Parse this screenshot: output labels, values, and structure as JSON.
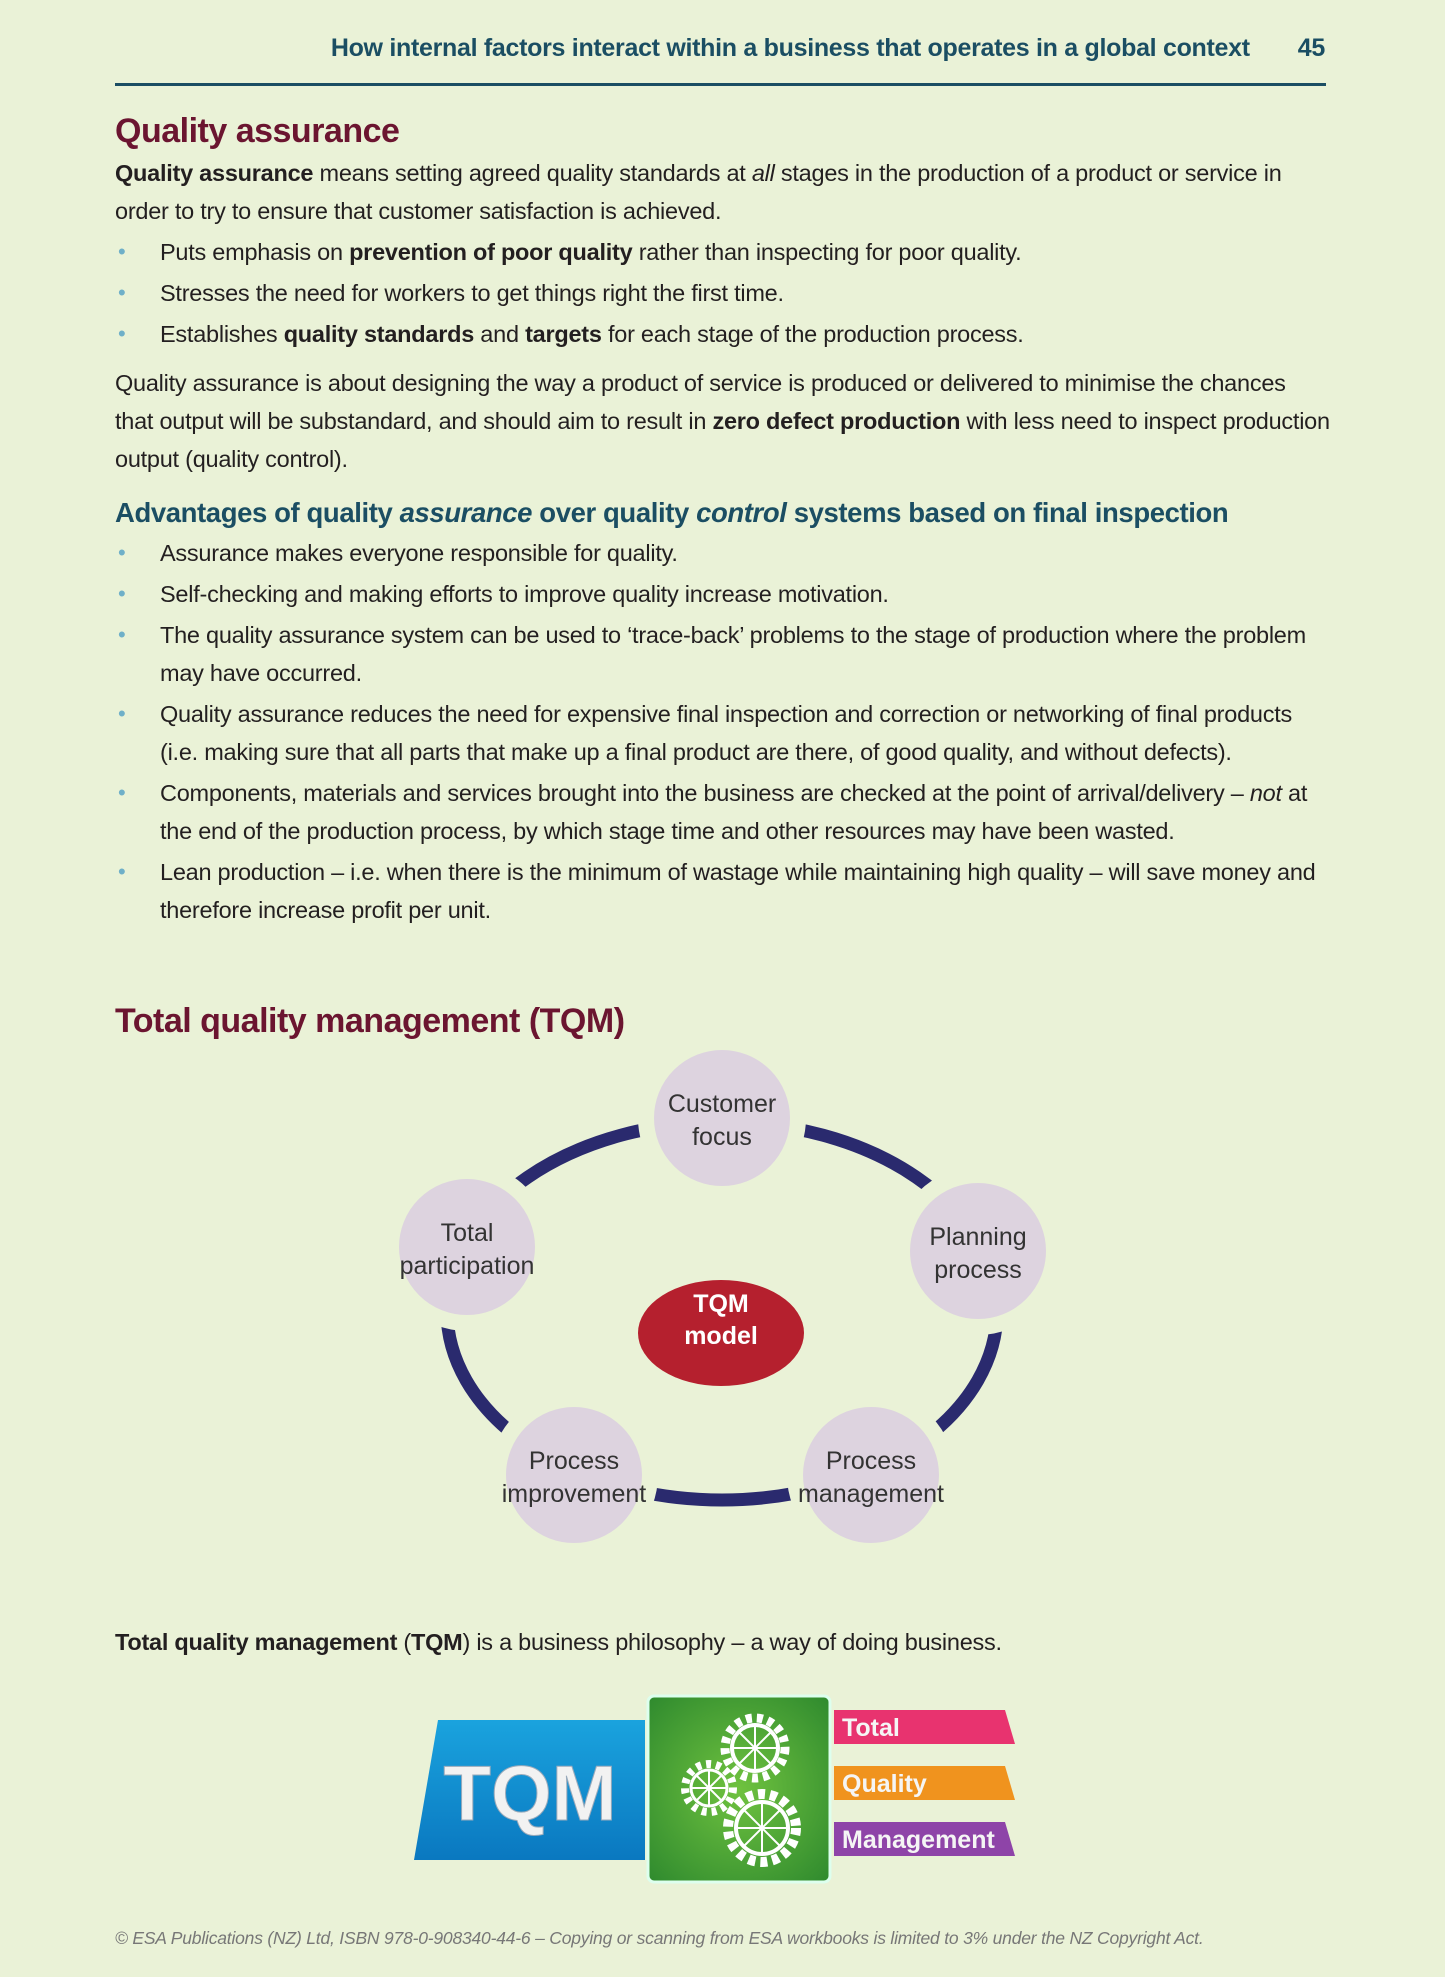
{
  "header": {
    "title": "How internal factors interact within a business that operates in a global context",
    "page_number": "45"
  },
  "qa": {
    "heading": "Quality assurance",
    "intro": [
      {
        "t": "Quality assurance",
        "b": true
      },
      {
        "t": " means setting agreed quality standards at "
      },
      {
        "t": "all",
        "i": true
      },
      {
        "t": " stages in the production of a product or service in order to try to ensure that customer satisfaction is achieved."
      }
    ],
    "bullets": [
      [
        {
          "t": "Puts emphasis on "
        },
        {
          "t": "prevention of poor quality",
          "b": true
        },
        {
          "t": " rather than inspecting for poor quality."
        }
      ],
      [
        {
          "t": "Stresses the need for workers to get things right the first time."
        }
      ],
      [
        {
          "t": "Establishes "
        },
        {
          "t": "quality standards",
          "b": true
        },
        {
          "t": " and "
        },
        {
          "t": "targets",
          "b": true
        },
        {
          "t": " for each stage of the production process."
        }
      ]
    ],
    "para": [
      {
        "t": "Quality assurance is about designing the way a product of service is produced or delivered to minimise the chances that output will be substandard, and should aim to result in "
      },
      {
        "t": "zero defect production",
        "b": true
      },
      {
        "t": " with less need to inspect production output (quality control)."
      }
    ]
  },
  "advantages": {
    "heading": [
      {
        "t": "Advantages of quality "
      },
      {
        "t": "assurance",
        "i": true
      },
      {
        "t": " over quality "
      },
      {
        "t": "control",
        "i": true
      },
      {
        "t": " systems based on final inspection"
      }
    ],
    "bullets": [
      [
        {
          "t": "Assurance makes everyone responsible for quality."
        }
      ],
      [
        {
          "t": "Self-checking and making efforts to improve quality increase motivation."
        }
      ],
      [
        {
          "t": "The quality assurance system can be used to ‘trace-back’ problems to the stage of production where the problem may have occurred."
        }
      ],
      [
        {
          "t": "Quality assurance reduces the need for expensive final inspection and correction or networking of final products (i.e. making sure that all parts that make up a final product are there, of good quality, and without defects)."
        }
      ],
      [
        {
          "t": "Components, materials and services brought into the business are checked at the point of arrival/delivery – "
        },
        {
          "t": "not",
          "i": true
        },
        {
          "t": " at the end of the production process, by which stage time and other resources may have been wasted."
        }
      ],
      [
        {
          "t": "Lean production – i.e. when there is the minimum of wastage while maintaining high quality – will save money and therefore increase profit per unit."
        }
      ]
    ]
  },
  "tqm": {
    "heading": "Total quality management (TQM)",
    "diagram": {
      "center": [
        "TQM",
        "model"
      ],
      "nodes": [
        {
          "lines": [
            "Customer",
            "focus"
          ]
        },
        {
          "lines": [
            "Planning",
            "process"
          ]
        },
        {
          "lines": [
            "Process",
            "management"
          ]
        },
        {
          "lines": [
            "Process",
            "improvement"
          ]
        },
        {
          "lines": [
            "Total",
            "participation"
          ]
        }
      ]
    },
    "para": [
      {
        "t": "Total quality management",
        "b": true
      },
      {
        "t": " ("
      },
      {
        "t": "TQM",
        "b": true
      },
      {
        "t": ") is a business philosophy – a way of doing business."
      }
    ],
    "logo": {
      "acronym": "TQM",
      "words": [
        "Total",
        "Quality",
        "Management"
      ],
      "colors": [
        "#e8336f",
        "#f0931e",
        "#8e44a8"
      ]
    }
  },
  "footer": "© ESA Publications (NZ) Ltd, ISBN 978-0-908340-44-6 – Copying or scanning from ESA workbooks is limited to 3% under the NZ Copyright Act.",
  "colors": {
    "background": "#eaf2d7",
    "header": "#1b4e63",
    "heading": "#6b1530",
    "bullet": "#6fb0c8",
    "ring": "#2a2a6e",
    "node": "#ddd3df",
    "center": "#b5202e"
  }
}
